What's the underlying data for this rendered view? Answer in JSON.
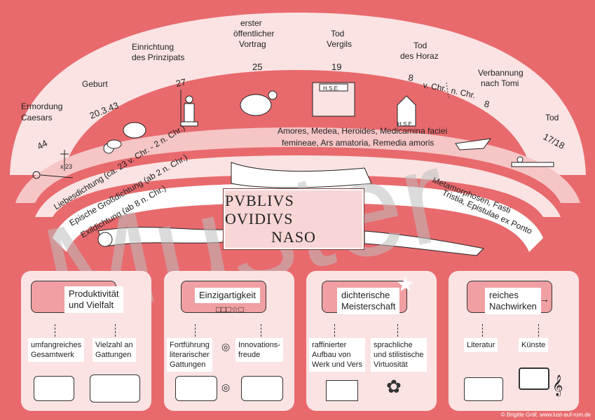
{
  "timeline": {
    "events": [
      {
        "label": "Ermordung\nCaesars",
        "date": "44"
      },
      {
        "label": "Geburt",
        "date": "20.3.43"
      },
      {
        "label": "Einrichtung\ndes Prinzipats",
        "date": "27"
      },
      {
        "label": "erster\nöffentlicher\nVortrag",
        "date": "25"
      },
      {
        "label": "Tod\nVergils",
        "date": "19"
      },
      {
        "label": "Tod\ndes Horaz",
        "date": "8"
      },
      {
        "label": "Verbannung\nnach Tomi",
        "date": "8"
      },
      {
        "label": "Tod",
        "date": "17/18"
      }
    ],
    "era_before": "v. Chr.",
    "era_after": "n. Chr.",
    "x23": "x 23",
    "hse": "H.S.E."
  },
  "genres": {
    "love": "Liebesdichtung (ca. 23 v. Chr. - 2 n. Chr.)",
    "epic": "Epische Großdichtung (ab 2 n. Chr.)",
    "exile": "Exildichtung (ab 8 n. Chr.)",
    "love_works": "Amores, Medea, Heroides, Medicamina faciei\nfemineae, Ars amatoria, Remedia amoris",
    "epic_works": "Metamorphosen, Fasti",
    "exile_works": "Tristia, Epistulae ex Ponto"
  },
  "title": {
    "line1": "PVBLIVS OVIDIVS",
    "line2": "NASO"
  },
  "panels": [
    {
      "heading": "Produktivität\nund Vielfalt",
      "left": "umfangreiches\nGesamtwerk",
      "right": "Vielzahl an\nGattungen"
    },
    {
      "heading": "Einzigartigkeit",
      "left": "Fortführung\nliterarischer\nGattungen",
      "right": "Innovations-\nfreude"
    },
    {
      "heading": "dichterische\nMeisterschaft",
      "left": "raffinierter\nAufbau von\nWerk und Vers",
      "right": "sprachliche\nund stilistische\nVirtuosität"
    },
    {
      "heading": "reiches\nNachwirken",
      "left": "Literatur",
      "right": "Künste"
    }
  ],
  "watermark": "Muster",
  "copyright": "© Brigitte Gräf, www.lust-auf-rom.de",
  "colors": {
    "background": "#e86a6d",
    "band_light": "#fbe3e3",
    "band_mid": "#f6c5c6",
    "panel": "#fbe3e3"
  }
}
